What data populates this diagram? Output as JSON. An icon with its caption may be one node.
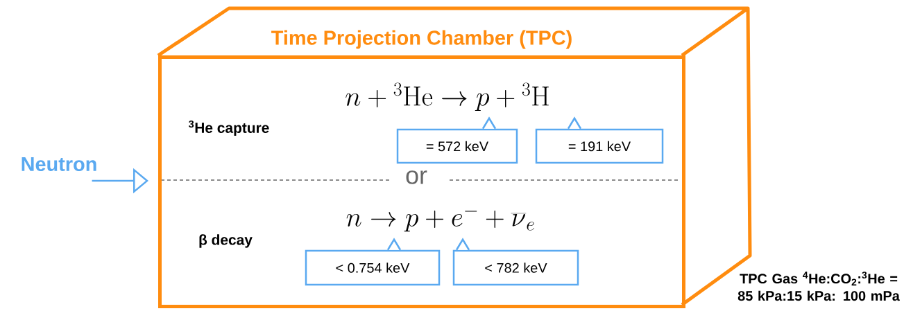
{
  "diagram": {
    "nodes": [
      {
        "text": [
          "Time Projection Chamber (TPC)"
        ],
        "beside": [
          "TPC Gas $^{4}$He:CO$_{2}$:$^{3}$He = 85 kPa:15 kPa: 100 mPa"
        ]
      },
      {
        "text": [
          "Neutron"
        ]
      },
      {
        "text": [
          "= 572 keV"
        ],
        "in": 0
      },
      {
        "text": [
          "= 191 keV"
        ],
        "in": 0
      },
      {
        "text": [
          "< 0.754 keV"
        ],
        "in": 0
      },
      {
        "text": [
          "< 782 keV"
        ],
        "in": 0
      }
    ],
    "edges": [
      {
        "from": 1,
        "to": 0,
        "arrow": "to"
      }
    ],
    "labels": [
      "n + {}^{3}\\mathrm{He} \\rightarrow p + {}^{3}\\mathrm{H}",
      "$^{3}$He capture",
      "or",
      "n \\rightarrow p + e^{-} + \\overline{\\nu}_{e}",
      "β decay"
    ]
  }
}
